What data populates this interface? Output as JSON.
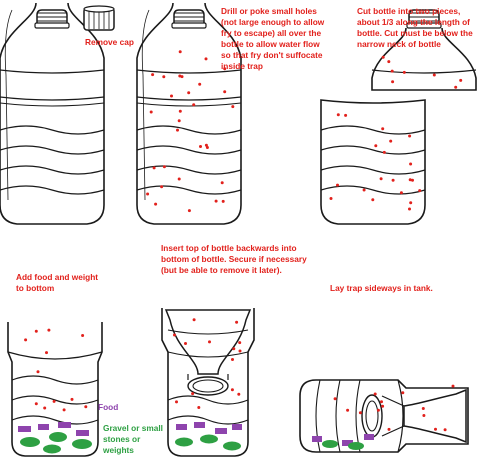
{
  "colors": {
    "instruction_text": "#e2211c",
    "food": "#8e44ad",
    "gravel": "#2ea043",
    "holes": "#e2211c",
    "outline": "#1a1a1a"
  },
  "steps": [
    {
      "text": "Remove cap"
    },
    {
      "text": "Drill or poke small holes (not large enough to allow fry to escape) all over the bottle to allow water flow so that fry don't suffocate inside trap"
    },
    {
      "text": "Cut bottle into two pieces, about 1/3 along the length of bottle. Cut must be below the narrow neck of bottle"
    },
    {
      "text": "Add food and weight to bottom"
    },
    {
      "text": "Insert top of bottle backwards into bottom of bottle. Secure if necessary (but be able to remove it later)."
    },
    {
      "text": "Lay trap sideways in tank."
    }
  ],
  "legend": {
    "food": {
      "text": "Food",
      "color": "#8e44ad"
    },
    "gravel": {
      "text": "Gravel or small stones or weights",
      "color": "#2ea043"
    }
  }
}
